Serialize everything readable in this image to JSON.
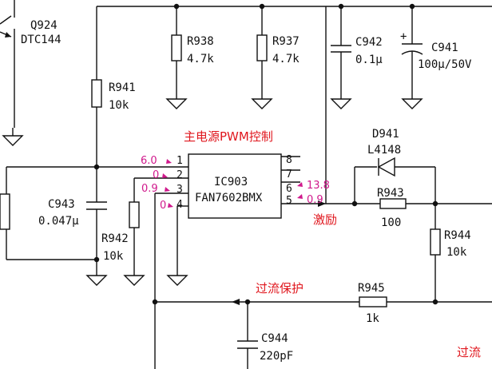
{
  "transistor": {
    "ref": "Q924",
    "part": "DTC144"
  },
  "resistors": {
    "r938": {
      "ref": "R938",
      "value": "4.7k"
    },
    "r937": {
      "ref": "R937",
      "value": "4.7k"
    },
    "r941": {
      "ref": "R941",
      "value": "10k"
    },
    "r942": {
      "ref": "R942",
      "value": "10k"
    },
    "r943": {
      "ref": "R943",
      "value": "100"
    },
    "r944": {
      "ref": "R944",
      "value": "10k"
    },
    "r945": {
      "ref": "R945",
      "value": "1k"
    }
  },
  "capacitors": {
    "c942": {
      "ref": "C942",
      "value": "0.1μ"
    },
    "c941": {
      "ref": "C941",
      "value": "100μ/50V",
      "polarity": "+"
    },
    "c943": {
      "ref": "C943",
      "value": "0.047μ"
    },
    "c944": {
      "ref": "C944",
      "value": "220pF"
    }
  },
  "diode": {
    "ref": "D941",
    "part": "L4148"
  },
  "ic": {
    "ref": "IC903",
    "part": "FAN7602BMX",
    "pins": [
      "1",
      "2",
      "3",
      "4",
      "5",
      "6",
      "7",
      "8"
    ]
  },
  "voltages": {
    "pin1": "6.0",
    "pin2": "0",
    "pin3": "0.9",
    "pin4": "0",
    "pin5": "0.9",
    "pin6": "13.8"
  },
  "annotations": {
    "title": "主电源PWM控制",
    "excitation": "激励",
    "overcurrent_protection": "过流保护",
    "overcurrent_partial": "过流"
  },
  "colors": {
    "wire": "#111111",
    "voltage": "#d0198c",
    "annotation": "#e0161d"
  }
}
